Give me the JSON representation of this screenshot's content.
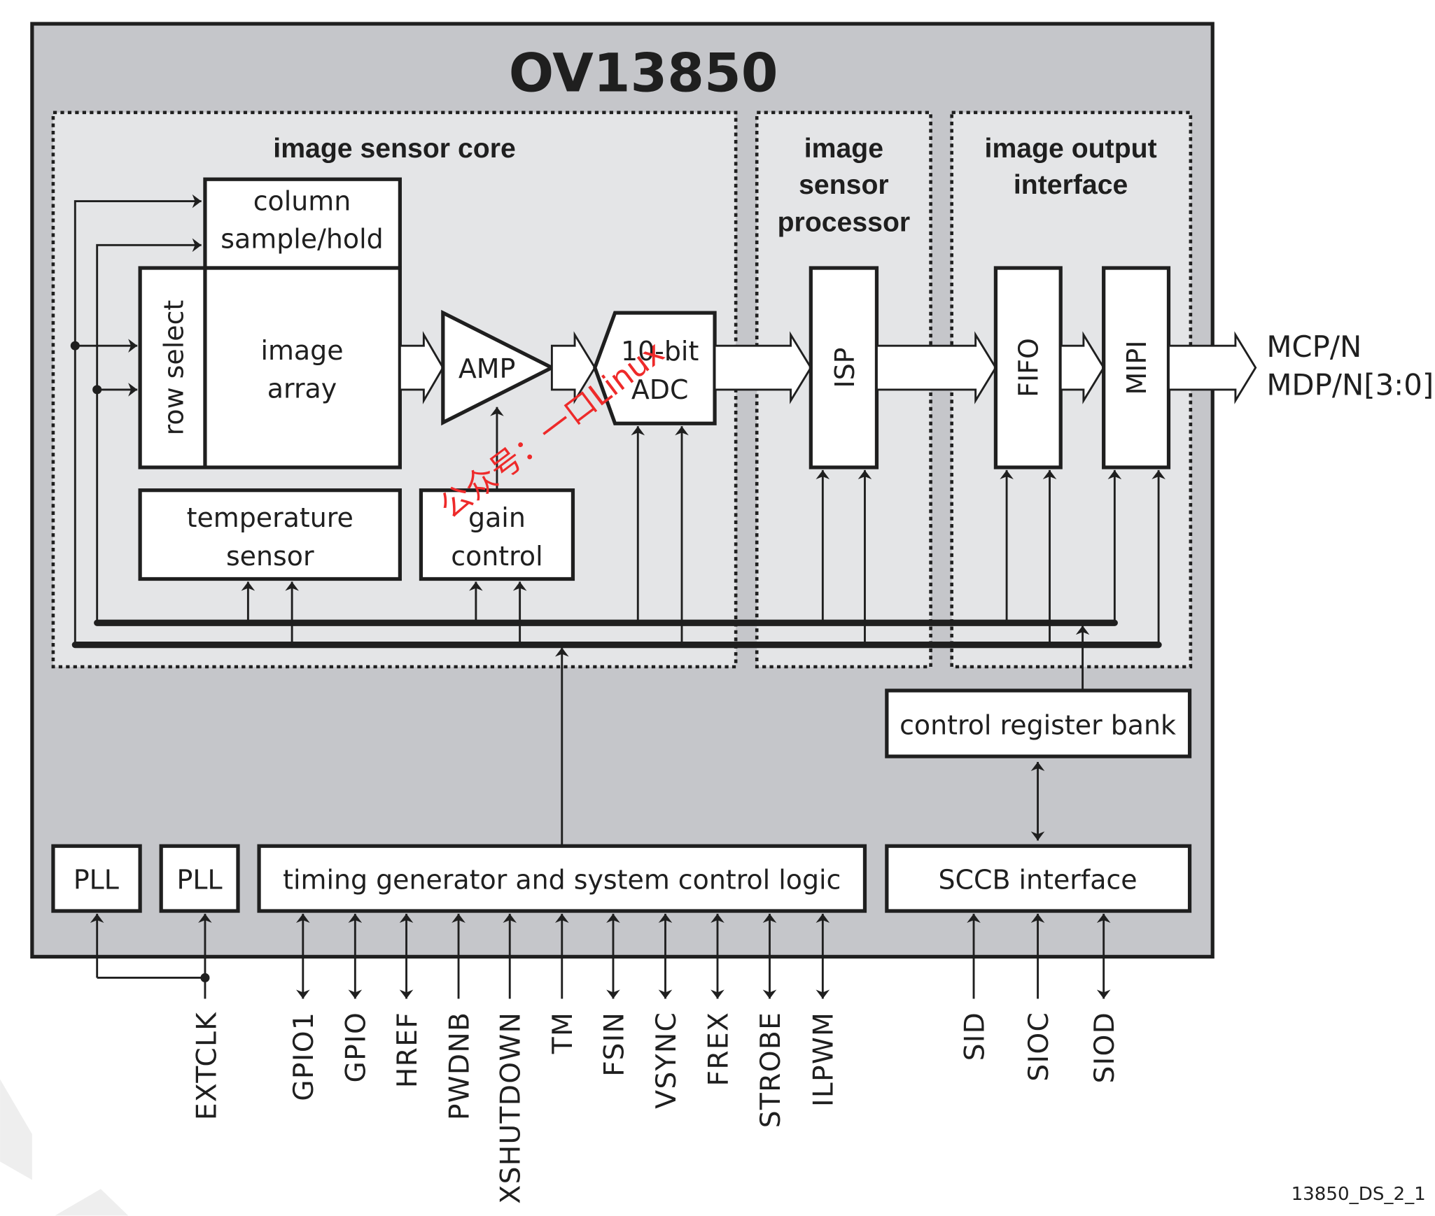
{
  "title": "OV13850",
  "sections": {
    "core": "image sensor core",
    "isp_section": [
      "image",
      "sensor",
      "processor"
    ],
    "output_section": [
      "image output",
      "interface"
    ]
  },
  "blocks": {
    "column_sample_hold": [
      "column",
      "sample/hold"
    ],
    "row_select": "row select",
    "image_array": [
      "image",
      "array"
    ],
    "amp": "AMP",
    "adc": [
      "10-bit",
      "ADC"
    ],
    "temperature_sensor": [
      "temperature",
      "sensor"
    ],
    "gain_control": [
      "gain",
      "control"
    ],
    "isp": "ISP",
    "fifo": "FIFO",
    "mipi": "MIPI",
    "control_register_bank": "control register bank",
    "pll1": "PLL",
    "pll2": "PLL",
    "timing_generator": "timing generator and system control logic",
    "sccb_interface": "SCCB interface"
  },
  "outputs": [
    "MCP/N",
    "MDP/N[3:0]"
  ],
  "pins": {
    "clock": "EXTCLK",
    "timing": [
      {
        "name": "GPIO1",
        "direction": "bidirectional"
      },
      {
        "name": "GPIO",
        "direction": "bidirectional"
      },
      {
        "name": "HREF",
        "direction": "bidirectional"
      },
      {
        "name": "PWDNB",
        "direction": "input"
      },
      {
        "name": "XSHUTDOWN",
        "direction": "input"
      },
      {
        "name": "TM",
        "direction": "input"
      },
      {
        "name": "FSIN",
        "direction": "bidirectional"
      },
      {
        "name": "VSYNC",
        "direction": "bidirectional"
      },
      {
        "name": "FREX",
        "direction": "bidirectional"
      },
      {
        "name": "STROBE",
        "direction": "bidirectional"
      },
      {
        "name": "ILPWM",
        "direction": "bidirectional"
      }
    ],
    "sccb": [
      {
        "name": "SID",
        "direction": "input"
      },
      {
        "name": "SIOC",
        "direction": "input"
      },
      {
        "name": "SIOD",
        "direction": "bidirectional"
      }
    ]
  },
  "figure_id": "13850_DS_2_1",
  "watermark": "公众号：一口Linux",
  "colors": {
    "outer_fill": "#c5c6ca",
    "section_fill": "#e4e5e7",
    "stroke": "#1f1f1f",
    "watermark": "#ee2a2a"
  }
}
